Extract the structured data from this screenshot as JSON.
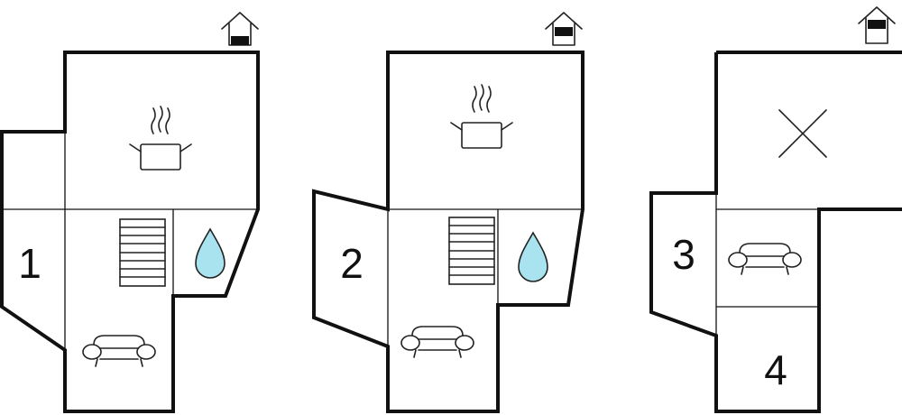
{
  "plans": [
    {
      "id": "plan-1",
      "room_label": "1",
      "floor_icon": "house-floor-ground-icon",
      "icons": [
        "cooking-pot-icon",
        "staircase-icon",
        "water-drop-icon",
        "sofa-icon"
      ]
    },
    {
      "id": "plan-2",
      "room_label": "2",
      "floor_icon": "house-floor-middle-icon",
      "icons": [
        "cooking-pot-icon",
        "staircase-icon",
        "water-drop-icon",
        "sofa-icon"
      ]
    },
    {
      "id": "plan-3",
      "room_labels": [
        "3",
        "4"
      ],
      "floor_icon": "house-floor-top-icon",
      "icons": [
        "void-cross-icon",
        "sofa-icon"
      ]
    }
  ],
  "colors": {
    "wall": "#111111",
    "water_drop": "#a8e3ef",
    "background": "#ffffff"
  }
}
